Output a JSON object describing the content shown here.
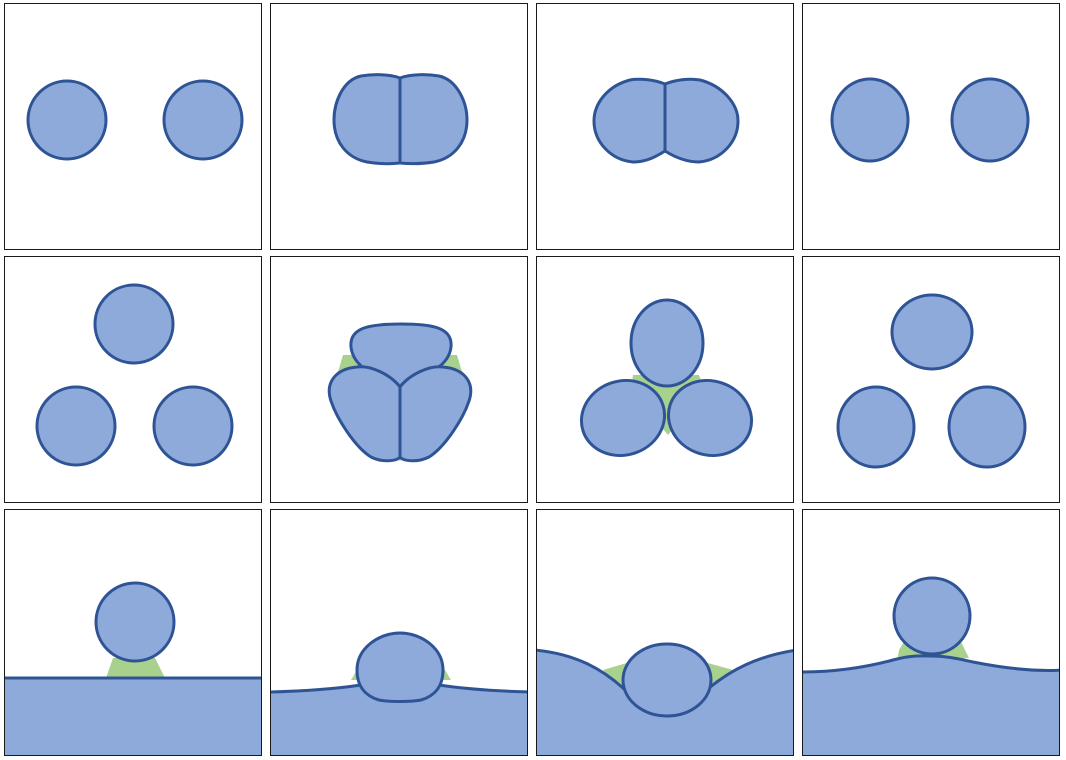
{
  "figure": {
    "colors": {
      "cell_fill": "#8eaadb",
      "cell_stroke": "#2f5496",
      "bridge_fill": "#a9d18e",
      "substrate_fill": "#8eaadb",
      "panel_border": "#1a1a1a",
      "background": "#ffffff"
    },
    "rows": [
      {
        "scenario": "two-particles",
        "panels": [
          {
            "stage": "separated"
          },
          {
            "stage": "compressed-contact"
          },
          {
            "stage": "relaxed-contact"
          },
          {
            "stage": "separated-elongated"
          }
        ]
      },
      {
        "scenario": "three-particles",
        "panels": [
          {
            "stage": "separated"
          },
          {
            "stage": "compressed-with-bridge"
          },
          {
            "stage": "relaxed-with-bridge"
          },
          {
            "stage": "separated-elongated"
          }
        ]
      },
      {
        "scenario": "particle-on-substrate",
        "panels": [
          {
            "stage": "flat-substrate-with-bridge"
          },
          {
            "stage": "slight-indentation"
          },
          {
            "stage": "deep-indentation"
          },
          {
            "stage": "bulge-with-bridge"
          }
        ]
      }
    ]
  }
}
